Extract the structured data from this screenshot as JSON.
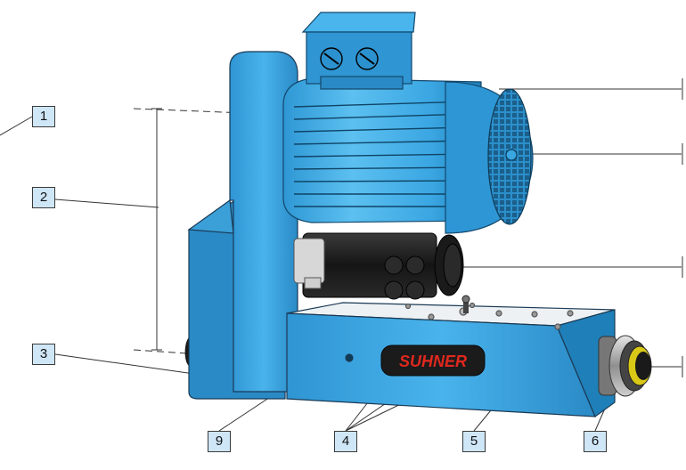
{
  "brand_text": "SUHNER",
  "callouts": [
    "1",
    "2",
    "3",
    "4",
    "5",
    "6",
    "9"
  ],
  "colors": {
    "body_blue": "#36a6e3",
    "body_blue_dark": "#1f7fb8",
    "motor_black": "#1c1c1c",
    "callout_fill": "#cfe6f7",
    "brand_red": "#e0281e"
  }
}
